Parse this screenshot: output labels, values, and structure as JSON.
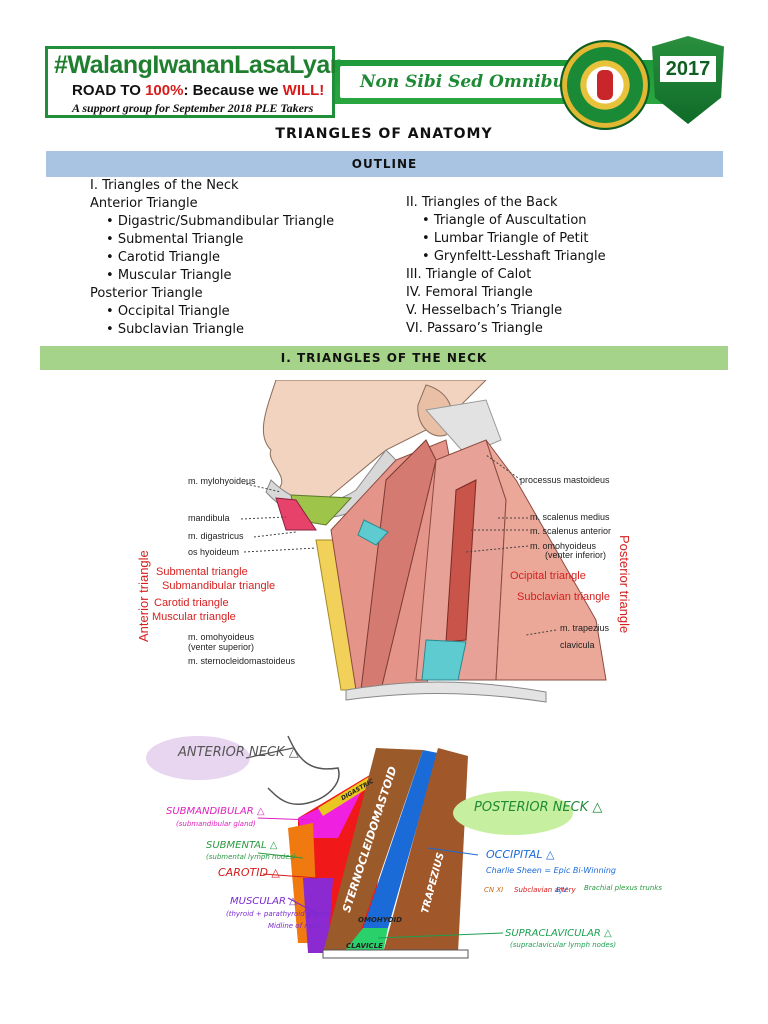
{
  "header": {
    "hashtag": "#WalangIwananLasaLyan",
    "road_prefix": "ROAD TO ",
    "road_pct": "100%",
    "road_suffix": ": Because we ",
    "road_will": "WILL!",
    "subtitle": "A support group for September 2018 PLE Takers",
    "motto": "Non Sibi Sed Omnibus",
    "seal_year": "2017",
    "colors": {
      "green": "#1f8f3a",
      "red": "#d81b1b"
    }
  },
  "title": "TRIANGLES OF ANATOMY",
  "outline": {
    "heading": "OUTLINE",
    "left": [
      {
        "text": "I. Triangles of the Neck",
        "bullet": false
      },
      {
        "text": "Anterior Triangle",
        "bullet": false
      },
      {
        "text": "Digastric/Submandibular Triangle",
        "bullet": true
      },
      {
        "text": "Submental Triangle",
        "bullet": true
      },
      {
        "text": "Carotid Triangle",
        "bullet": true
      },
      {
        "text": "Muscular Triangle",
        "bullet": true
      },
      {
        "text": "Posterior Triangle",
        "bullet": false
      },
      {
        "text": "Occipital Triangle",
        "bullet": true
      },
      {
        "text": "Subclavian Triangle",
        "bullet": true
      }
    ],
    "right": [
      {
        "text": "II. Triangles of the Back",
        "bullet": false
      },
      {
        "text": "Triangle of Auscultation",
        "bullet": true
      },
      {
        "text": "Lumbar Triangle of Petit",
        "bullet": true
      },
      {
        "text": "Grynfeltt-Lesshaft Triangle",
        "bullet": true
      },
      {
        "text": "III. Triangle of Calot",
        "bullet": false
      },
      {
        "text": "IV. Femoral Triangle",
        "bullet": false
      },
      {
        "text": "V. Hesselbach’s Triangle",
        "bullet": false
      },
      {
        "text": "VI. Passaro’s Triangle",
        "bullet": false
      }
    ]
  },
  "section": {
    "heading": "I. TRIANGLES OF THE NECK"
  },
  "figure1": {
    "left_labels": [
      "m. mylohyoideus",
      "mandibula",
      "m. digastricus",
      "os hyoideum"
    ],
    "red_left": [
      "Submental triangle",
      "Submandibular triangle",
      "Carotid triangle",
      "Muscular triangle"
    ],
    "omo_sup": "m. omohyoideus",
    "omo_sup_note": "(venter superior)",
    "scm": "m. sternocleidomastoideus",
    "anterior": "Anterior triangle",
    "right_labels": [
      "processus mastoideus",
      "m. scalenus medius",
      "m. scalenus anterior"
    ],
    "omo_inf": "m. omohyoideus",
    "omo_inf_note": "(venter inferior)",
    "red_right": [
      "Ocipital triangle",
      "Subclavian triangle"
    ],
    "trapezius": "m. trapezius",
    "clavicula": "clavicula",
    "posterior": "Posterior triangle"
  },
  "figure2": {
    "anterior_neck": "ANTERIOR NECK △",
    "posterior_neck": "POSTERIOR NECK △",
    "submandibular": "SUBMANDIBULAR △",
    "submandibular_note": "(submandibular gland)",
    "submental": "SUBMENTAL △",
    "submental_note": "(submental lymph nodes)",
    "carotid": "CAROTID △",
    "muscular": "MUSCULAR △",
    "muscular_note": "(thyroid + parathyroid glands)",
    "midline": "Midline of neck",
    "occipital": "OCCIPITAL △",
    "charlie": "Charlie Sheen = Epic Bi-Winning",
    "cn": "CN XI",
    "subclavian_artery": "Subclavian artery",
    "ejv": "EJV",
    "brachial": "Brachial plexus trunks",
    "supraclavicular": "SUPRACLAVICULAR △",
    "supraclavicular_note": "(supraclavicular lymph nodes)",
    "muscles": [
      "STERNOCLEIDOMASTOID",
      "TRAPEZIUS",
      "OMOHYOID",
      "CLAVICLE",
      "DIGASTRIC"
    ]
  }
}
